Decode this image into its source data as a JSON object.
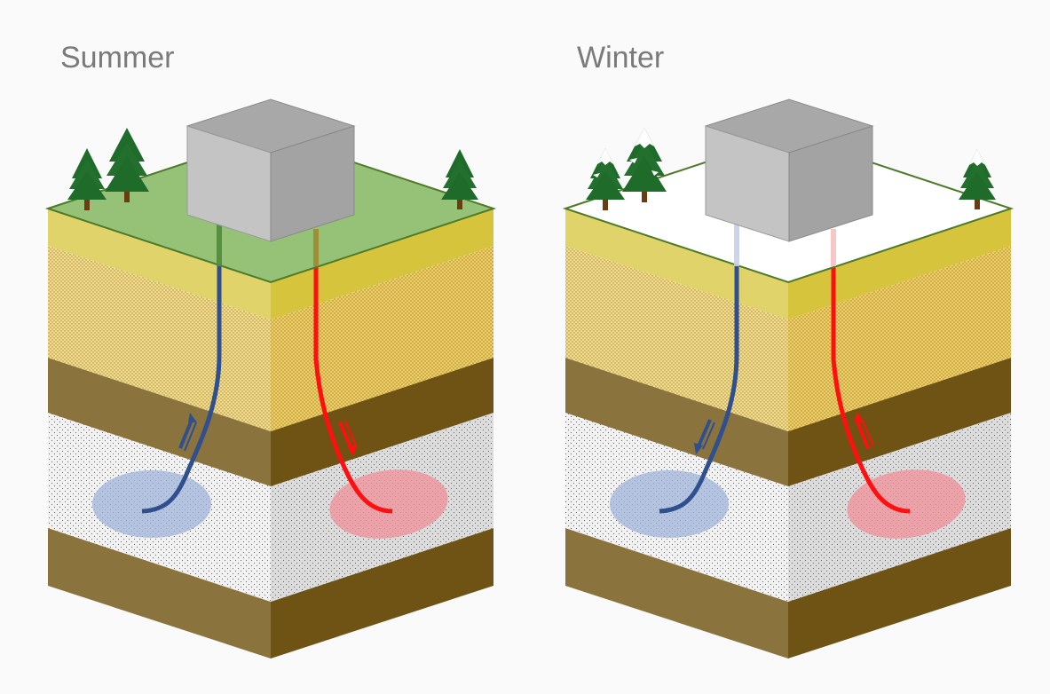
{
  "panels": [
    {
      "id": "summer",
      "title": "Summer",
      "ground_cover": "grass",
      "tree_snow": false,
      "flow_direction_blue": "up",
      "flow_direction_red": "down"
    },
    {
      "id": "winter",
      "title": "Winter",
      "ground_cover": "snow",
      "tree_snow": true,
      "flow_direction_blue": "down",
      "flow_direction_red": "up"
    }
  ],
  "colors": {
    "background": "#fafafa",
    "grass": "#8cbd6b",
    "grass_edge": "#4f7a2a",
    "snow": "#ffffff",
    "topsoil_left": "#e0d36a",
    "topsoil_right": "#d6c43c",
    "sand_left": "#f6dc82",
    "sand_right": "#f2cf5c",
    "clay_left": "#8b733d",
    "clay_right": "#6f5314",
    "aquifer_left": "#f2f2f2",
    "aquifer_right": "#dcdcdc",
    "building_top": "#a8a8a8",
    "building_left": "#c4c4c4",
    "building_right": "#a3a3a3",
    "cold_well": "#2f4f8f",
    "warm_well": "#ff1010",
    "cold_plume": "#9fb3da",
    "warm_plume": "#f09098",
    "tree": "#1f6b2a",
    "trunk": "#6b3b12"
  }
}
